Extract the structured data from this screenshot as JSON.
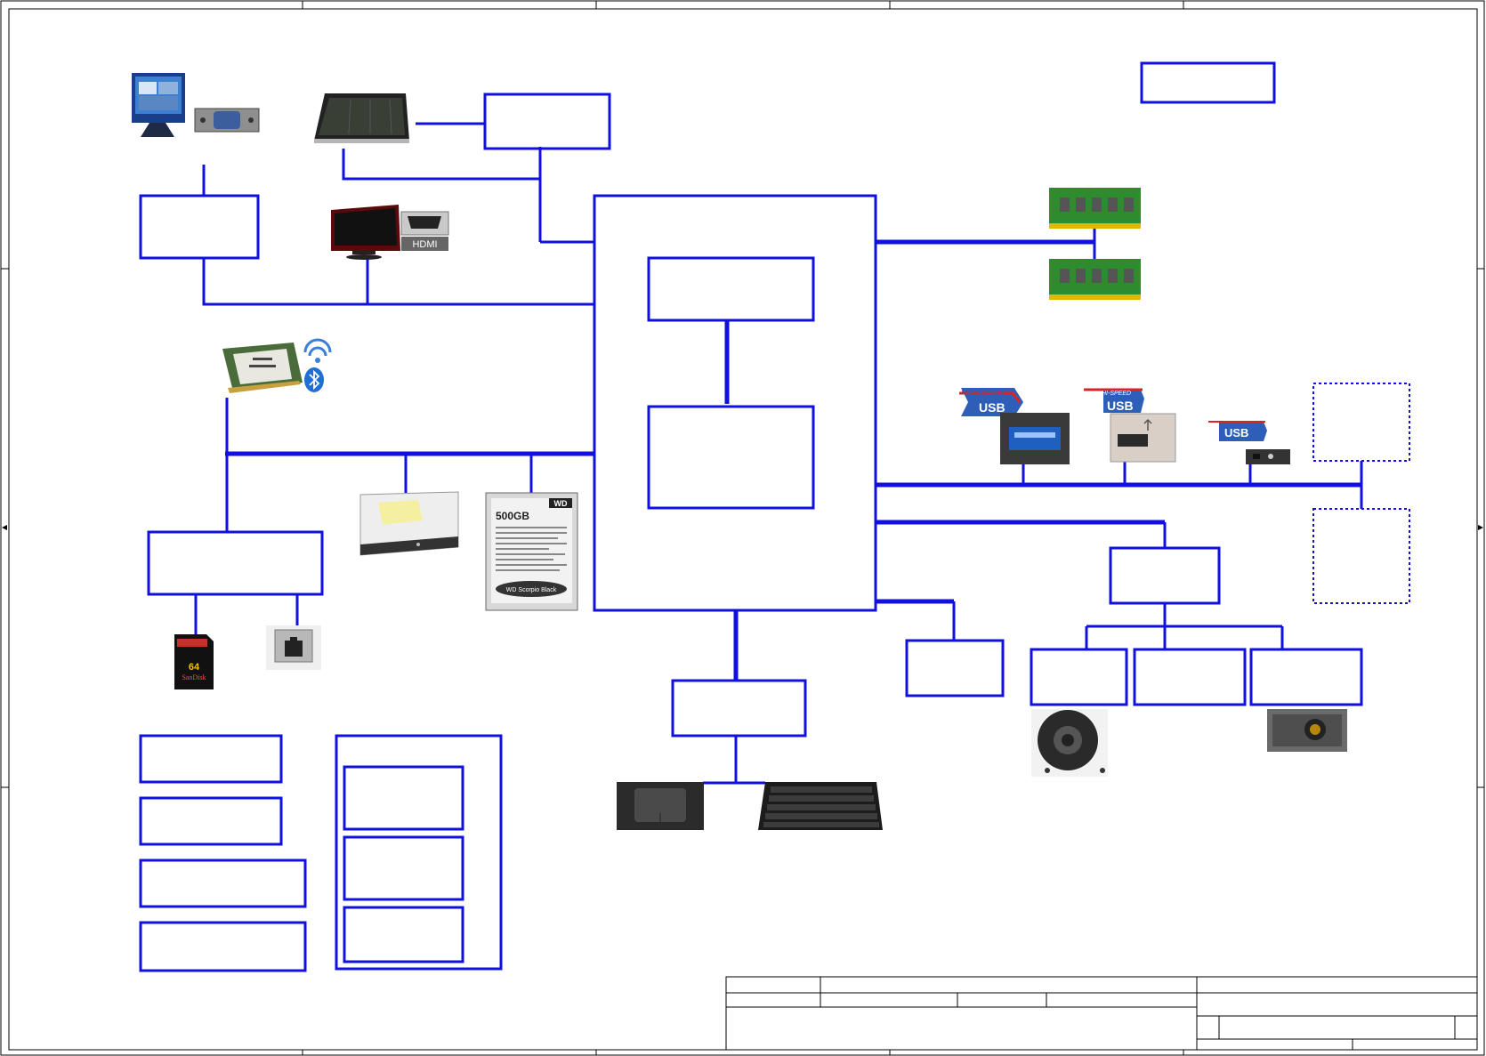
{
  "diagram": {
    "colors": {
      "bus": "#1010e0",
      "frame": "#000000",
      "background": "#ffffff"
    },
    "icons": [
      "monitor-icon",
      "vga-port-icon",
      "lcd-panel-icon",
      "tv-icon",
      "hdmi-port-icon",
      "wifi-bluetooth-card-icon",
      "wifi-icon",
      "bluetooth-icon",
      "optical-drive-icon",
      "hard-drive-icon",
      "sd-card-icon",
      "rj45-port-icon",
      "ram-module-icon",
      "usb3-superspeed-logo",
      "usb2-hispeed-logo",
      "usb-port-icon",
      "touchpad-icon",
      "keyboard-icon",
      "speaker-icon",
      "audio-jack-icon"
    ],
    "text": {
      "hdmi_label": "HDMI",
      "hdd_capacity": "500GB",
      "hdd_brand": "WD",
      "hdd_model": "WD Scorpio Black",
      "sd_capacity": "64",
      "sd_brand": "SanDisk",
      "usb_superspeed": "SUPERSPEED",
      "usb_hispeed": "HI-SPEED",
      "usb_word": "USB"
    }
  }
}
